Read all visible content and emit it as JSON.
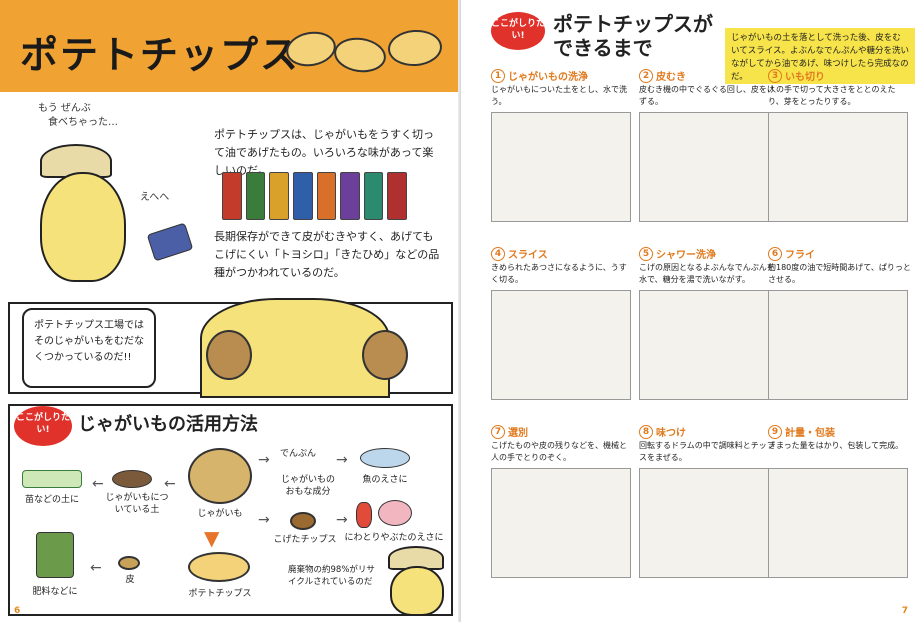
{
  "left": {
    "title": "ポテトチップス",
    "speech": [
      "もう ぜんぶ",
      "食べちゃった…"
    ],
    "sigh": "えへへ",
    "intro": "ポテトチップスは、じゃがいもをうすく切って油であげたもの。いろいろな味があって楽しいのだ。",
    "intro2": "長期保存ができて皮がむきやすく、あげてもこげにくい「トヨシロ」「きたひめ」などの品種がつかわれているのだ。",
    "bubble": "ポテトチップス工場ではそのじゃがいもをむだなくつかっているのだ!!",
    "section_badge": "ここがしりたい!",
    "section_title": "じゃがいもの活用方法",
    "nodes": {
      "sprout": "苗などの土に",
      "soil": "じゃがいもについている土",
      "potato": "じゃがいも",
      "starch": "でんぷん",
      "starch_sub": "じゃがいものおもな成分",
      "fish": "魚のえさに",
      "burnt": "こげたチップス",
      "pig": "にわとりやぶたのえさに",
      "peel": "皮",
      "fertilizer": "肥料などに",
      "chips": "ポテトチップス",
      "note": "廃棄物の約98%がリサイクルされているのだ"
    },
    "page_num": "6"
  },
  "right": {
    "badge": "ここがしりたい!",
    "title_line1": "ポテトチップスが",
    "title_line2": "できるまで",
    "info": "じゃがいもの土を落として洗った後、皮をむいてスライス。よぶんなでんぷんや糖分を洗いながしてから油であげ、味つけしたら完成なのだ。",
    "steps": [
      {
        "num": "1",
        "title": "じゃがいもの洗浄",
        "desc": "じゃがいもについた土をとし、水で洗う。"
      },
      {
        "num": "2",
        "title": "皮むき",
        "desc": "皮むき機の中でぐるぐる回し、皮をけずる。"
      },
      {
        "num": "3",
        "title": "いも切り",
        "desc": "人の手で切って大きさをととのえたり、芽をとったりする。"
      },
      {
        "num": "4",
        "title": "スライス",
        "desc": "きめられたあつさになるように、うすく切る。"
      },
      {
        "num": "5",
        "title": "シャワー洗浄",
        "desc": "こげの原因となるよぶんなでんぷんを水で、糖分を湯で洗いながす。"
      },
      {
        "num": "6",
        "title": "フライ",
        "desc": "約180度の油で短時間あげて、ぱりっとさせる。"
      },
      {
        "num": "7",
        "title": "選別",
        "desc": "こげたものや皮の残りなどを、機械と人の手でとりのぞく。"
      },
      {
        "num": "8",
        "title": "味つけ",
        "desc": "回転するドラムの中で調味料とチップスをまぜる。"
      },
      {
        "num": "9",
        "title": "計量・包装",
        "desc": "きまった量をはかり、包装して完成。"
      }
    ],
    "page_num": "7"
  },
  "colors": {
    "header": "#f0a233",
    "accent": "#e07a1e",
    "badge": "#e0312a",
    "info": "#f7e44a"
  }
}
